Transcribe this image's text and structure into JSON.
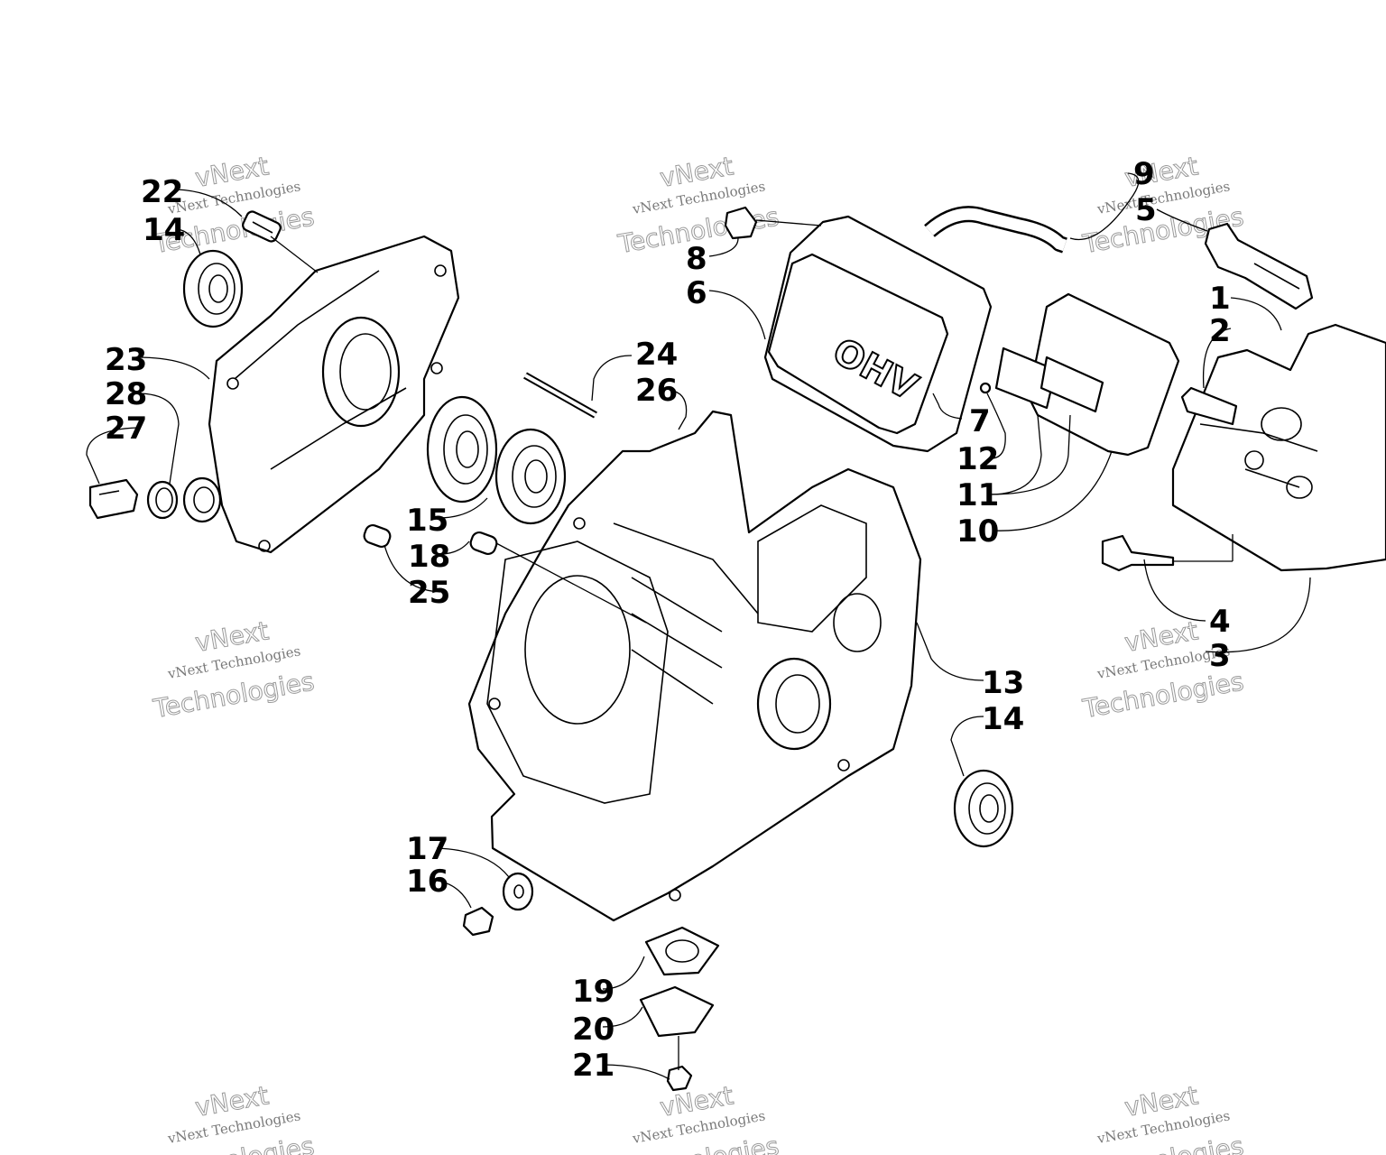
{
  "diagram": {
    "callouts": [
      {
        "id": "c22",
        "text": "22"
      },
      {
        "id": "c14a",
        "text": "14"
      },
      {
        "id": "c23",
        "text": "23"
      },
      {
        "id": "c28",
        "text": "28"
      },
      {
        "id": "c27",
        "text": "27"
      },
      {
        "id": "c24",
        "text": "24"
      },
      {
        "id": "c26",
        "text": "26"
      },
      {
        "id": "c15",
        "text": "15"
      },
      {
        "id": "c18",
        "text": "18"
      },
      {
        "id": "c25",
        "text": "25"
      },
      {
        "id": "c9",
        "text": "9"
      },
      {
        "id": "c5",
        "text": "5"
      },
      {
        "id": "c8",
        "text": "8"
      },
      {
        "id": "c6",
        "text": "6"
      },
      {
        "id": "c1",
        "text": "1"
      },
      {
        "id": "c2",
        "text": "2"
      },
      {
        "id": "c7",
        "text": "7"
      },
      {
        "id": "c12",
        "text": "12"
      },
      {
        "id": "c11",
        "text": "11"
      },
      {
        "id": "c10",
        "text": "10"
      },
      {
        "id": "c4",
        "text": "4"
      },
      {
        "id": "c3",
        "text": "3"
      },
      {
        "id": "c13",
        "text": "13"
      },
      {
        "id": "c14b",
        "text": "14"
      },
      {
        "id": "c17",
        "text": "17"
      },
      {
        "id": "c16",
        "text": "16"
      },
      {
        "id": "c19",
        "text": "19"
      },
      {
        "id": "c20",
        "text": "20"
      },
      {
        "id": "c21",
        "text": "21"
      }
    ],
    "embossed_text": "OHV",
    "watermark": {
      "line1": "vNext Technologies",
      "line2": "vNext",
      "line3": "Technologies"
    }
  }
}
